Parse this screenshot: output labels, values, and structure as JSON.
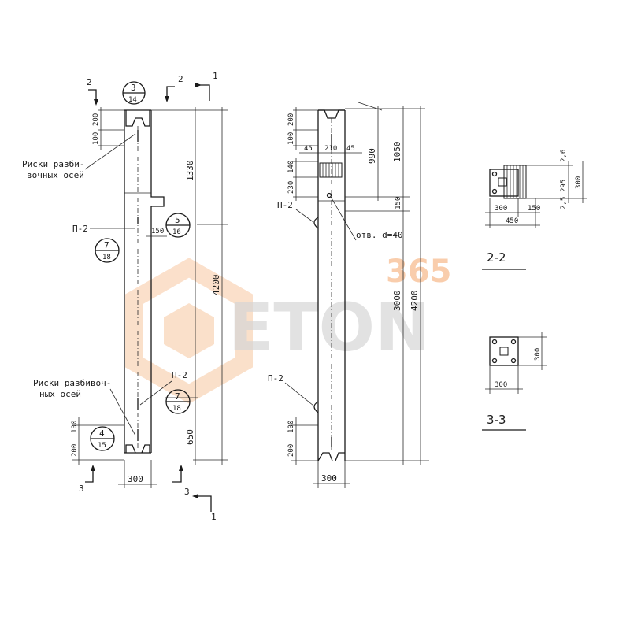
{
  "watermark": {
    "number": "365",
    "word": "ETON",
    "number_color": "#f7b98a",
    "logo_color": "#f7c7a0",
    "word_color": "#d6d6d6"
  },
  "section_marks": {
    "s2": "2",
    "s3": "3",
    "s1": "1"
  },
  "callouts": {
    "c3_14": {
      "top": "3",
      "bottom": "14"
    },
    "c5_16": {
      "top": "5",
      "bottom": "16"
    },
    "c7_18a": {
      "top": "7",
      "bottom": "18"
    },
    "c7_18b": {
      "top": "7",
      "bottom": "18"
    },
    "c4_15": {
      "top": "4",
      "bottom": "15"
    }
  },
  "labels": {
    "riski_top_1": "Риски разби-",
    "riski_top_2": "вочных осей",
    "riski_bot_1": "Риски разбивоч-",
    "riski_bot_2": "ных осей",
    "p2": "П-2",
    "otv": "отв. d=40"
  },
  "dimensions": {
    "d200": "200",
    "d100": "100",
    "d1330": "1330",
    "d4200": "4200",
    "d150": "150",
    "d650": "650",
    "d300": "300",
    "d45": "45",
    "d210": "210",
    "d140": "140",
    "d230": "230",
    "d990": "990",
    "d1050": "1050",
    "d3000": "3000",
    "d450": "450",
    "d2_6": "2,6",
    "d2_5": "2,5",
    "d295": "295"
  },
  "section_titles": {
    "s22": "2-2",
    "s33": "3-3"
  }
}
